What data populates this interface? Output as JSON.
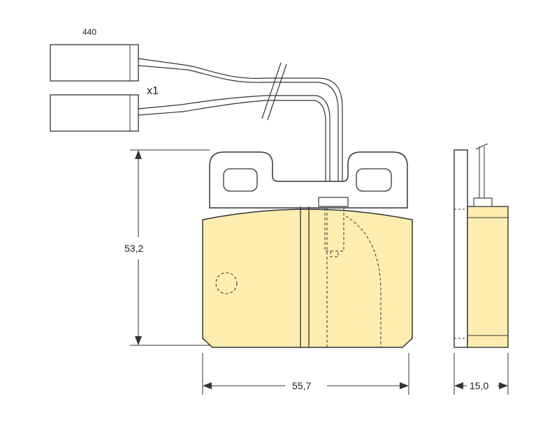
{
  "part_number": "440",
  "quantity_label": "x1",
  "dimensions": {
    "height": "53,2",
    "width": "55,7",
    "thickness": "15,0"
  },
  "colors": {
    "friction_material": "#fdeeb0",
    "outline": "#333333",
    "background": "#ffffff"
  }
}
